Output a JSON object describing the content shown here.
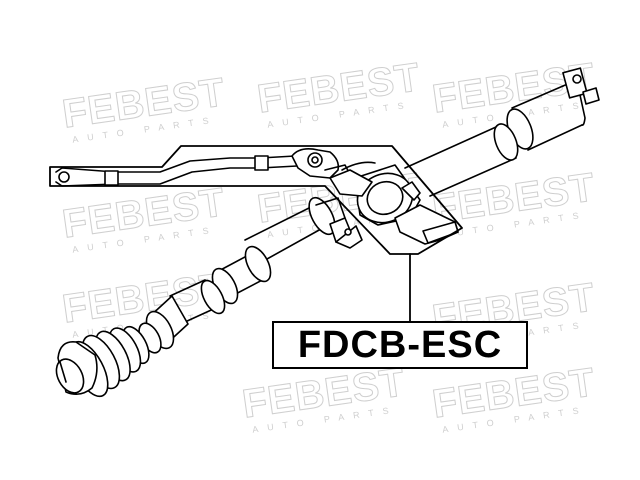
{
  "watermark": {
    "brand": "FEBEST",
    "tagline": "AUTO PARTS",
    "color": "#cfcfcf"
  },
  "part": {
    "code": "FDCB-ESC"
  },
  "colors": {
    "line": "#000000",
    "background": "#ffffff"
  }
}
